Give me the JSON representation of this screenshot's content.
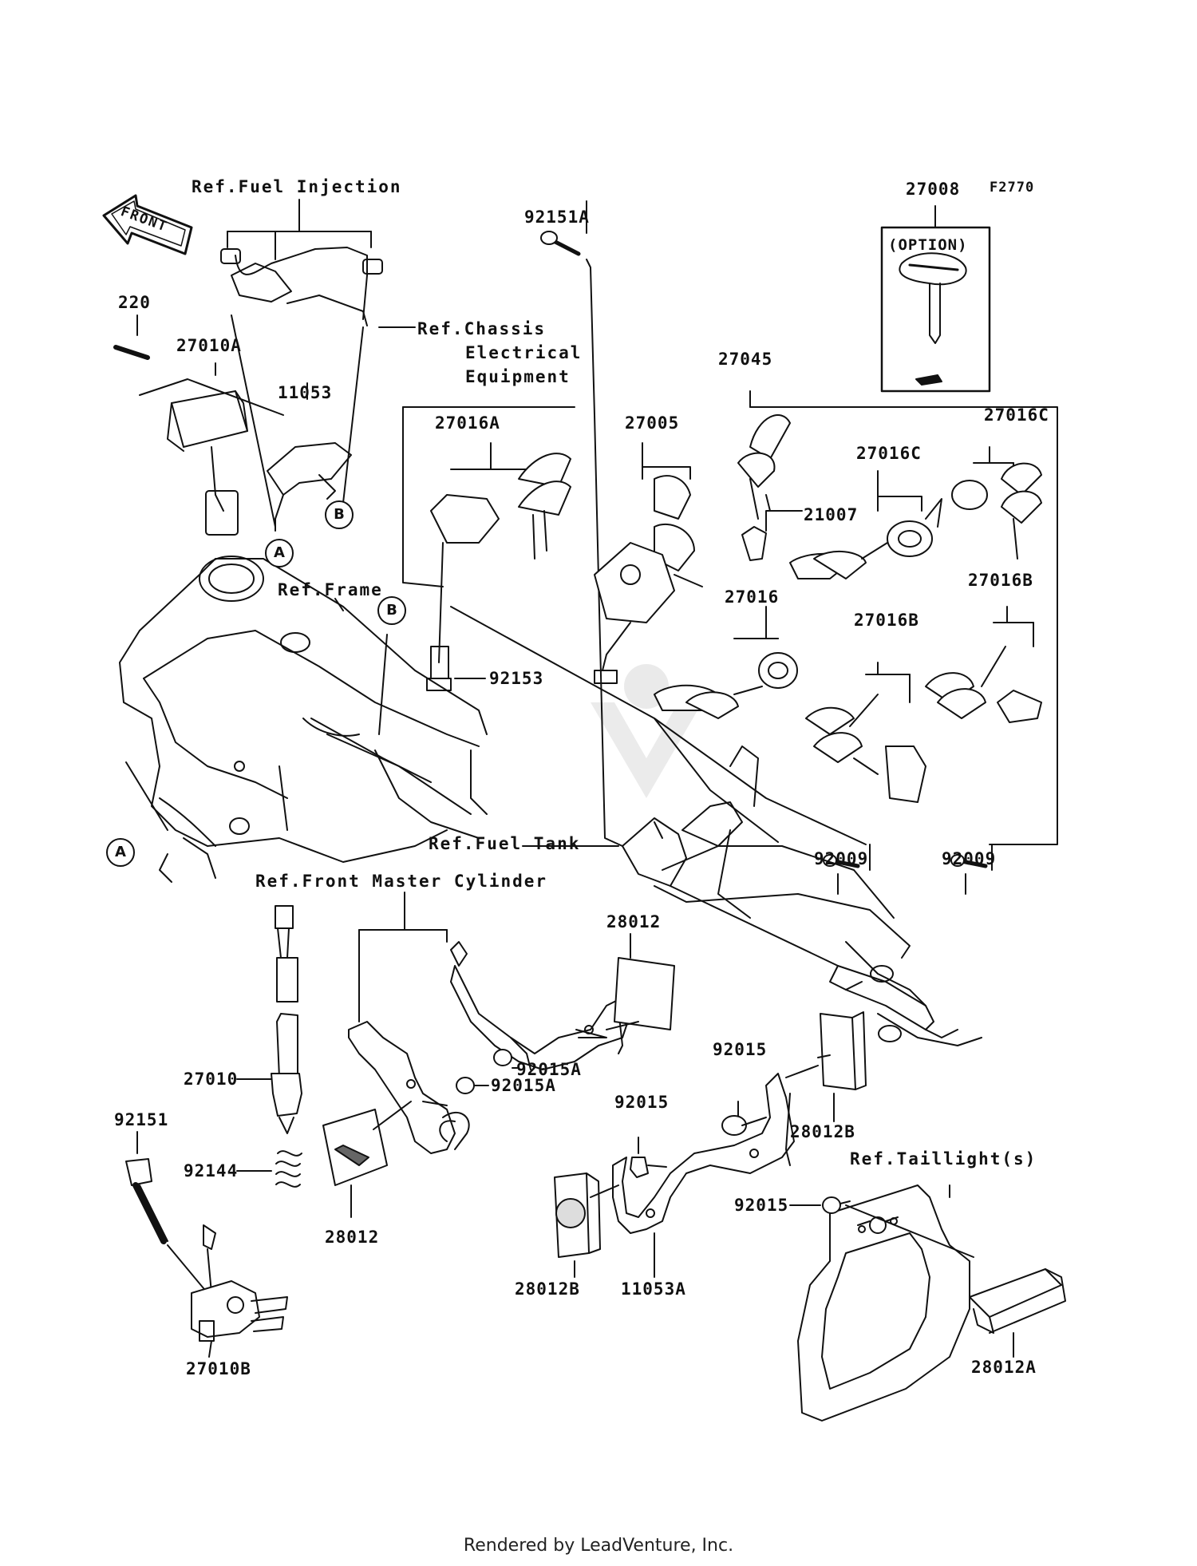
{
  "diagram_code": "F2770",
  "front_arrow": "FRONT",
  "option_box": {
    "part": "27008",
    "label": "(OPTION)"
  },
  "refs": {
    "fuel_injection": "Ref.Fuel Injection",
    "chassis_1": "Ref.Chassis",
    "chassis_2": "Electrical",
    "chassis_3": "Equipment",
    "frame": "Ref.Frame",
    "fuel_tank": "Ref.Fuel Tank",
    "front_master": "Ref.Front Master Cylinder",
    "taillight": "Ref.Taillight(s)"
  },
  "callouts": {
    "a1": "A",
    "a2": "A",
    "b1": "B",
    "b2": "B"
  },
  "parts": {
    "p220": "220",
    "p27010A": "27010A",
    "p11053": "11053",
    "p92151A": "92151A",
    "p27045": "27045",
    "p27016A": "27016A",
    "p27005": "27005",
    "p27016C_a": "27016C",
    "p27016C_b": "27016C",
    "p21007": "21007",
    "p27016": "27016",
    "p27016B_a": "27016B",
    "p27016B_b": "27016B",
    "p92153": "92153",
    "p92009_a": "92009",
    "p92009_b": "92009",
    "p28012_a": "28012",
    "p92015A_a": "92015A",
    "p92015A_b": "92015A",
    "p27010": "27010",
    "p92151": "92151",
    "p92144": "92144",
    "p28012_b": "28012",
    "p27010B": "27010B",
    "p92015_a": "92015",
    "p92015_b": "92015",
    "p92015_c": "92015",
    "p28012B_a": "28012B",
    "p28012B_b": "28012B",
    "p11053A": "11053A",
    "p28012A": "28012A"
  },
  "footer": "Rendered by LeadVenture, Inc."
}
